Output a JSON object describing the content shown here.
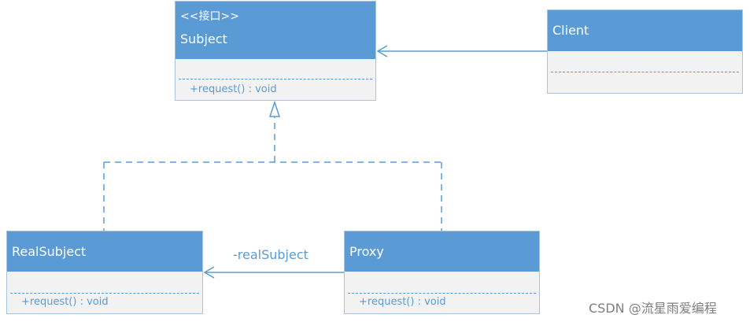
{
  "classes": {
    "subject": {
      "stereotype": "<<接口>>",
      "name": "Subject",
      "operation": "+request() : void"
    },
    "client": {
      "name": "Client"
    },
    "real_subject": {
      "name": "RealSubject",
      "operation": "+request() : void"
    },
    "proxy": {
      "name": "Proxy",
      "operation": "+request() : void"
    }
  },
  "relations": {
    "proxy_to_real_subject_label": "-realSubject"
  },
  "watermark": "CSDN @流星雨爱编程",
  "colors": {
    "header": "#5b9bd5",
    "body": "#f2f2f2",
    "line": "#5b9bd5",
    "border": "#a9c4df"
  }
}
